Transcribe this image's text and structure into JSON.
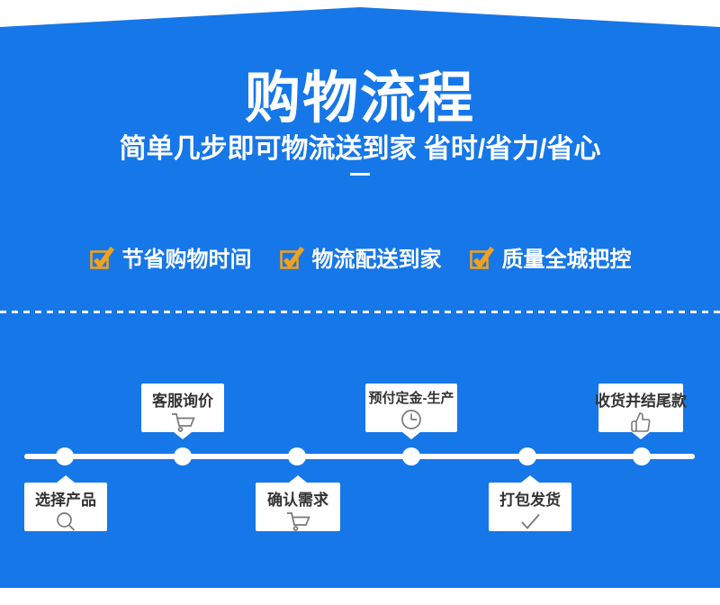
{
  "header": {
    "title": "购物流程",
    "subtitle": "简单几步即可物流送到家 省时/省力/省心"
  },
  "features": [
    {
      "label": "节省购物时间",
      "icon": "checkbox-checked-icon"
    },
    {
      "label": "物流配送到家",
      "icon": "checkbox-checked-icon"
    },
    {
      "label": "质量全城把控",
      "icon": "checkbox-checked-icon"
    }
  ],
  "timeline": {
    "steps": [
      {
        "label": "选择产品",
        "icon": "search-icon",
        "position": "below"
      },
      {
        "label": "客服询价",
        "icon": "cart-icon",
        "position": "above"
      },
      {
        "label": "确认需求",
        "icon": "cart-icon",
        "position": "below"
      },
      {
        "label": "预付定金-生产",
        "icon": "clock-icon",
        "position": "above"
      },
      {
        "label": "打包发货",
        "icon": "check-icon",
        "position": "below"
      },
      {
        "label": "收货并结尾款",
        "icon": "thumbs-up-icon",
        "position": "above"
      }
    ]
  },
  "colors": {
    "background_blue": "#1677e8",
    "accent_orange": "#f0a11d",
    "box_white": "#ffffff",
    "label_dark": "#333333",
    "icon_gray": "#787878"
  }
}
